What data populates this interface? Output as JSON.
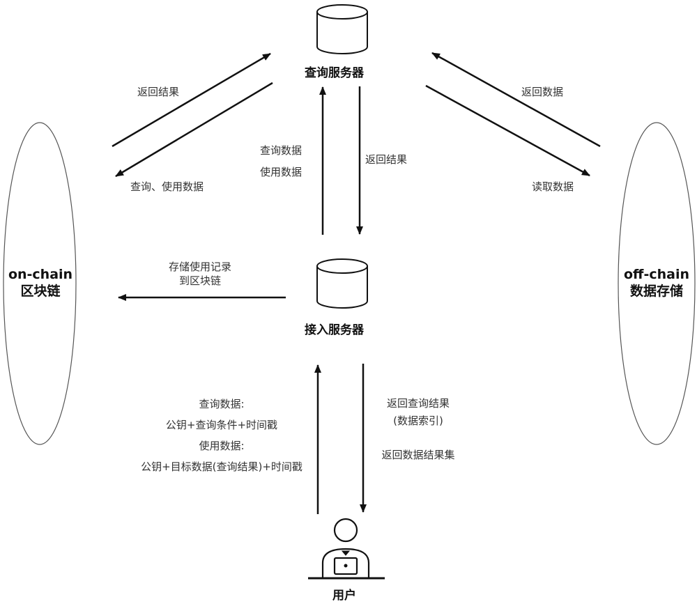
{
  "nodes": {
    "query_server": "查询服务器",
    "access_server": "接入服务器",
    "user": "用户",
    "onchain": {
      "line1": "on-chain",
      "line2": "区块链"
    },
    "offchain": {
      "line1": "off-chain",
      "line2": "数据存储"
    }
  },
  "edges": {
    "qs_to_chain_result": "返回结果",
    "qs_to_chain_query_use": "查询、使用数据",
    "as_to_qs_line1": "查询数据",
    "as_to_qs_line2": "使用数据",
    "qs_to_as_result": "返回结果",
    "off_return_data": "返回数据",
    "off_read_data": "读取数据",
    "store_record_line1": "存储使用记录",
    "store_record_line2": "到区块链",
    "user_query_label": "查询数据:",
    "user_query_formula": "公钥+查询条件+时间戳",
    "user_use_label": "使用数据:",
    "user_use_formula": "公钥+目标数据(查询结果)+时间戳",
    "return_query_result": "返回查询结果",
    "return_data_index": "(数据索引)",
    "return_result_set": "返回数据结果集"
  }
}
